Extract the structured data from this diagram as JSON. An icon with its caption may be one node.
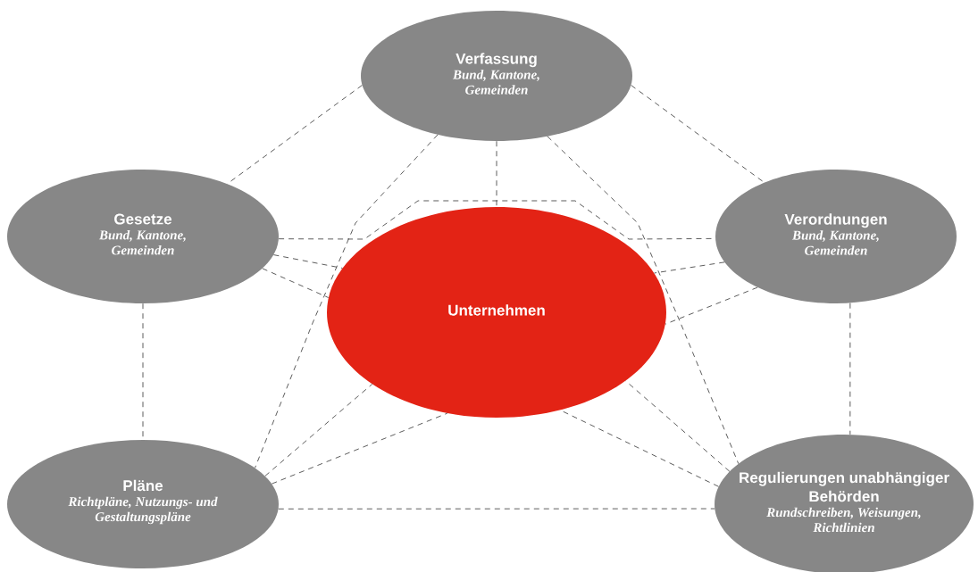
{
  "diagram": {
    "nodes": [
      {
        "text": [
          "Verfassung",
          "Bund, Kantone, Gemeinden"
        ]
      },
      {
        "text": [
          "Gesetze",
          "Bund, Kantone, Gemeinden"
        ]
      },
      {
        "text": [
          "Verordnungen",
          "Bund, Kantone, Gemeinden"
        ]
      },
      {
        "text": [
          "Unternehmen"
        ]
      },
      {
        "text": [
          "Pläne",
          "Richtpläne, Nutzungs- und Gestaltungspläne"
        ]
      },
      {
        "text": [
          "Regulierungen unabhängiger Behörden",
          "Rundschreiben, Weisungen, Richtlinien"
        ]
      }
    ],
    "edges": [
      {
        "from": 0,
        "to": 1,
        "arrow": "none",
        "style": "dashed"
      },
      {
        "from": 0,
        "to": 2,
        "arrow": "none",
        "style": "dashed"
      },
      {
        "from": 0,
        "to": 3,
        "arrow": "none",
        "style": "dashed"
      },
      {
        "from": 0,
        "to": 4,
        "arrow": "none",
        "style": "dashed"
      },
      {
        "from": 0,
        "to": 5,
        "arrow": "none",
        "style": "dashed"
      },
      {
        "from": 1,
        "to": 2,
        "arrow": "none",
        "style": "dashed"
      },
      {
        "from": 1,
        "to": 3,
        "arrow": "none",
        "style": "dashed"
      },
      {
        "from": 1,
        "to": 3,
        "arrow": "none",
        "style": "dashed"
      },
      {
        "from": 2,
        "to": 3,
        "arrow": "none",
        "style": "dashed"
      },
      {
        "from": 2,
        "to": 3,
        "arrow": "none",
        "style": "dashed"
      },
      {
        "from": 1,
        "to": 4,
        "arrow": "none",
        "style": "dashed"
      },
      {
        "from": 2,
        "to": 5,
        "arrow": "none",
        "style": "dashed"
      },
      {
        "from": 4,
        "to": 3,
        "arrow": "none",
        "style": "dashed"
      },
      {
        "from": 4,
        "to": 3,
        "arrow": "none",
        "style": "dashed"
      },
      {
        "from": 5,
        "to": 3,
        "arrow": "none",
        "style": "dashed"
      },
      {
        "from": 5,
        "to": 3,
        "arrow": "none",
        "style": "dashed"
      },
      {
        "from": 4,
        "to": 5,
        "arrow": "none",
        "style": "dashed"
      }
    ]
  }
}
